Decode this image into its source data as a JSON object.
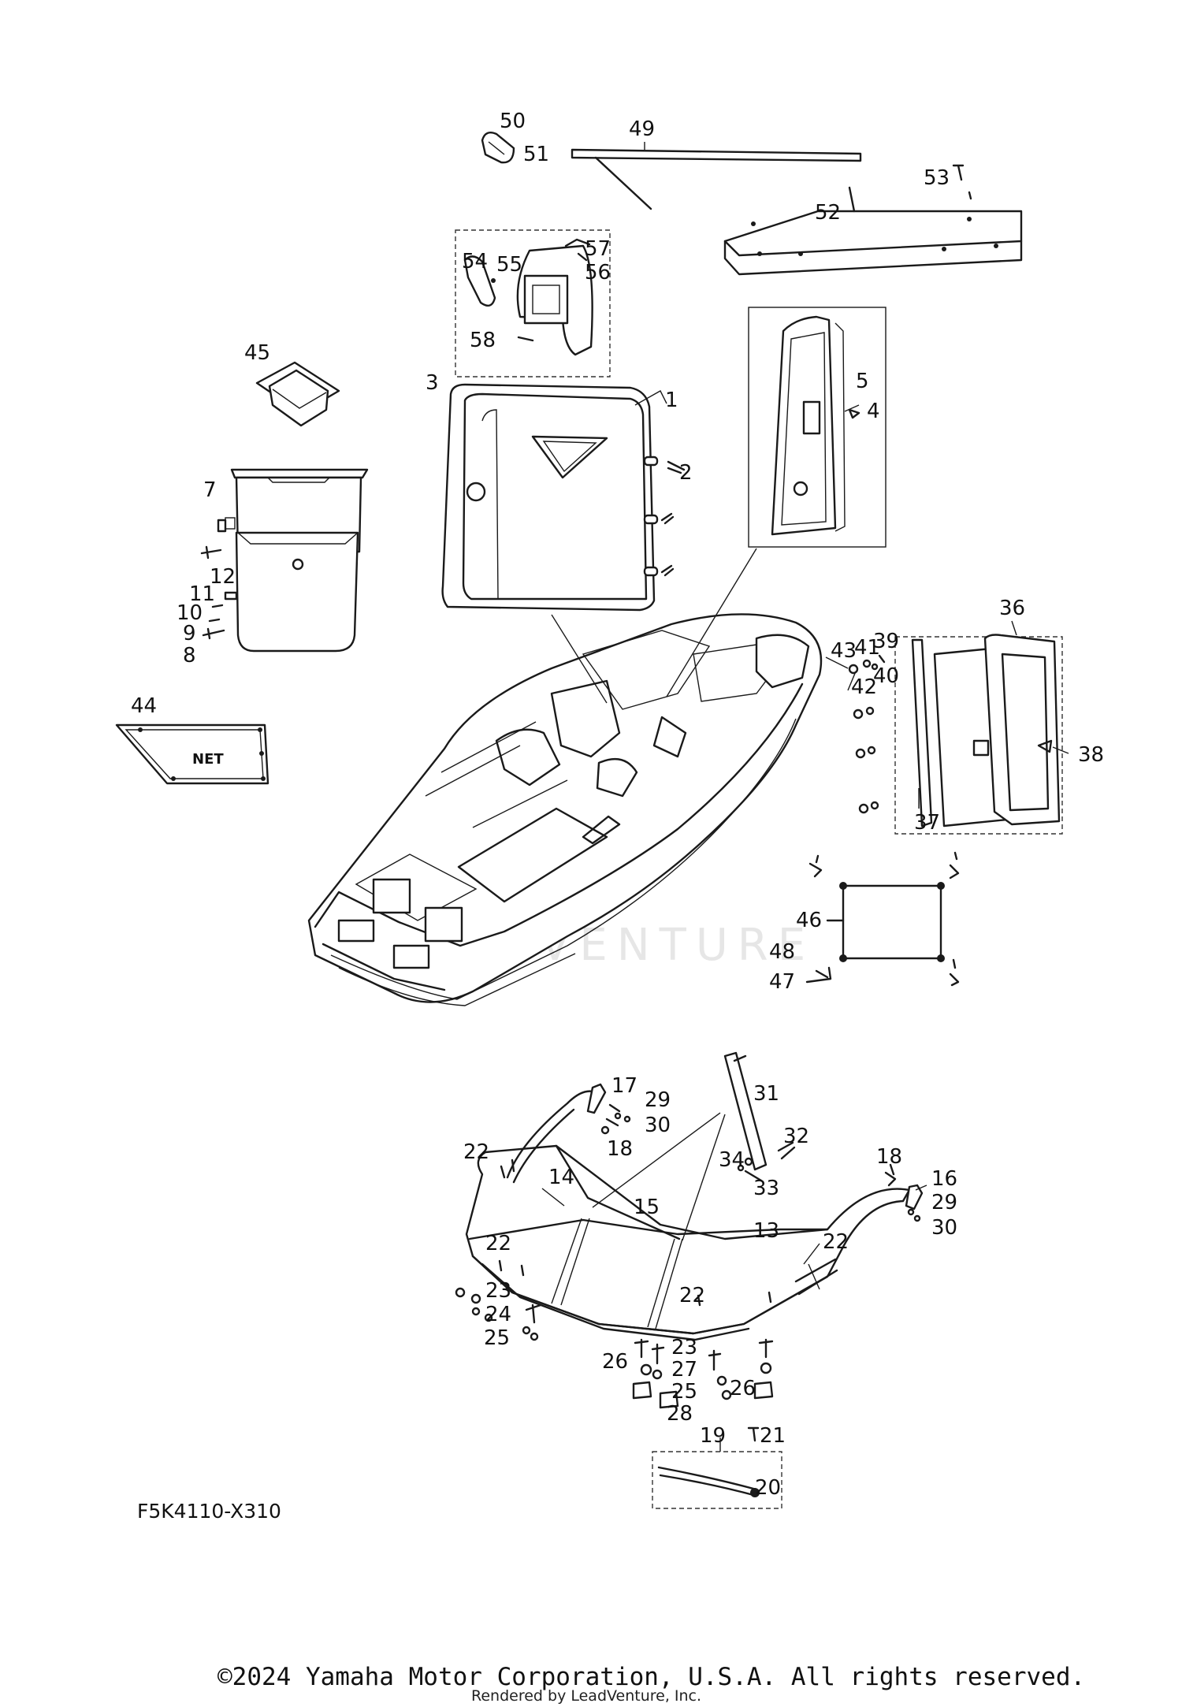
{
  "diagram": {
    "code": "F5K4110-X310",
    "net_label": "NET",
    "watermark": "LEADVENTURE",
    "copyright": "©2024 Yamaha Motor Corporation, U.S.A. All rights reserved.",
    "rendered_by": "Rendered by LeadVenture, Inc.",
    "callouts": {
      "c1": "1",
      "c2": "2",
      "c3": "3",
      "c4": "4",
      "c5": "5",
      "c7": "7",
      "c8": "8",
      "c9": "9",
      "c10": "10",
      "c11": "11",
      "c12": "12",
      "c13": "13",
      "c14": "14",
      "c15": "15",
      "c16": "16",
      "c17": "17",
      "c18a": "18",
      "c18b": "18",
      "c19": "19",
      "c20": "20",
      "c21": "21",
      "c22a": "22",
      "c22b": "22",
      "c22c": "22",
      "c22d": "22",
      "c23a": "23",
      "c23b": "23",
      "c24": "24",
      "c25a": "25",
      "c25b": "25",
      "c26a": "26",
      "c26b": "26",
      "c27": "27",
      "c28": "28",
      "c29a": "29",
      "c29b": "29",
      "c30a": "30",
      "c30b": "30",
      "c31": "31",
      "c32": "32",
      "c33": "33",
      "c34": "34",
      "c36": "36",
      "c37": "37",
      "c38": "38",
      "c39": "39",
      "c40": "40",
      "c41": "41",
      "c42": "42",
      "c43": "43",
      "c44": "44",
      "c45": "45",
      "c46": "46",
      "c47": "47",
      "c48": "48",
      "c49": "49",
      "c50": "50",
      "c51": "51",
      "c52": "52",
      "c53": "53",
      "c54": "54",
      "c55": "55",
      "c56": "56",
      "c57": "57",
      "c58": "58"
    }
  }
}
